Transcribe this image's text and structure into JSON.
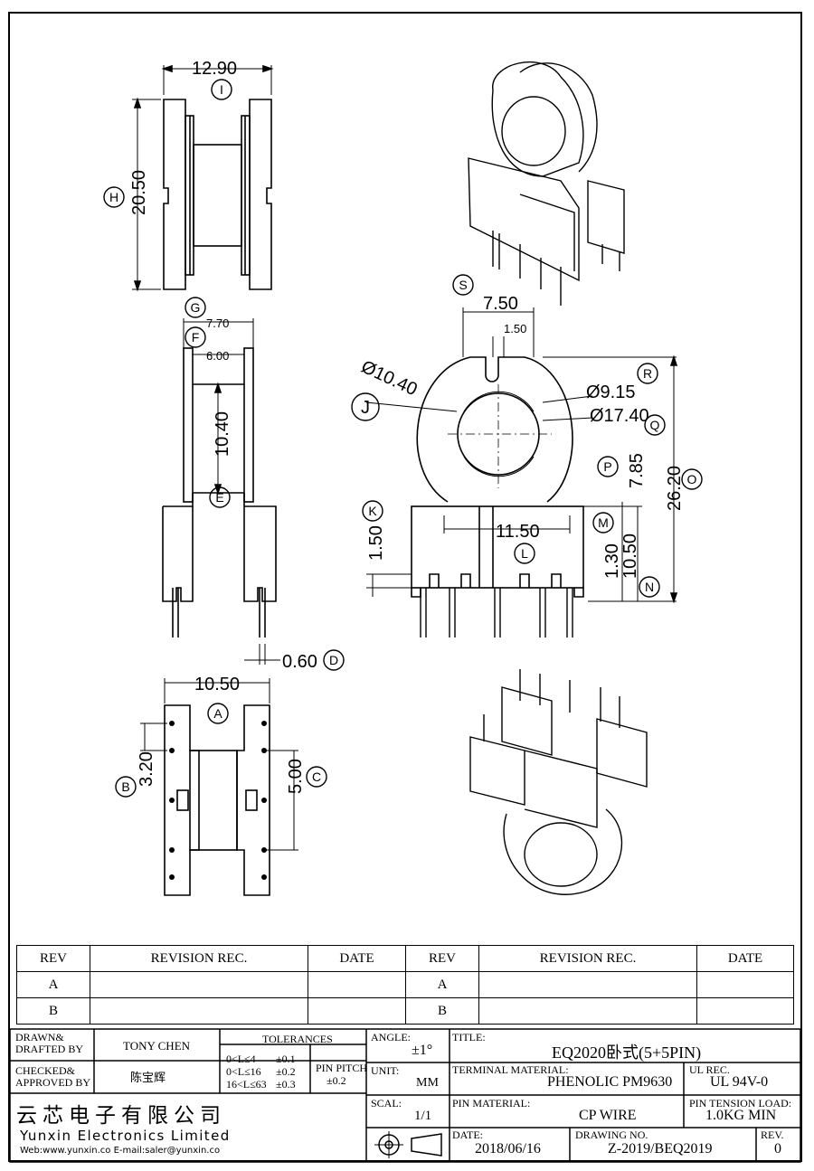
{
  "drawing": {
    "dims": {
      "d1290": "12.90",
      "d2050": "20.50",
      "d770": "7.70",
      "d600": "6.00",
      "d1040": "10.40",
      "d060": "0.60",
      "d1050a": "10.50",
      "d320": "3.20",
      "d500": "5.00",
      "d750": "7.50",
      "d150": "1.50",
      "phi1040": "Ø10.40",
      "phi915": "Ø9.15",
      "phi1740": "Ø17.40",
      "d785": "7.85",
      "d2620": "26.20",
      "d150b": "1.50",
      "d1150": "11.50",
      "d130": "1.30",
      "d1050b": "10.50"
    },
    "callouts": [
      "I",
      "H",
      "G",
      "F",
      "E",
      "D",
      "A",
      "B",
      "C",
      "S",
      "J",
      "R",
      "Q",
      "P",
      "O",
      "K",
      "L",
      "M",
      "N"
    ]
  },
  "revision_table": {
    "headers": [
      "REV",
      "REVISION REC.",
      "DATE",
      "REV",
      "REVISION REC.",
      "DATE"
    ],
    "rows": [
      [
        "A",
        "",
        "",
        "A",
        "",
        ""
      ],
      [
        "B",
        "",
        "",
        "B",
        "",
        ""
      ]
    ]
  },
  "title_block": {
    "drawn_label": "DRAWN&\nDRAFTED BY",
    "drawn_value": "TONY CHEN",
    "checked_label": "CHECKED&\nAPPROVED BY",
    "checked_value": "陈宝辉",
    "tolerances_label": "TOLERANCES",
    "tol_rows": [
      [
        "0<L≤4",
        "±0.1"
      ],
      [
        "0<L≤16",
        "±0.2"
      ],
      [
        "16<L≤63",
        "±0.3"
      ]
    ],
    "pin_pitch_label": "PIN PITCH",
    "pin_pitch_value": "±0.2",
    "angle_label": "ANGLE:",
    "angle_value": "±1°",
    "unit_label": "UNIT:",
    "unit_value": "MM",
    "scale_label": "SCAL:",
    "scale_value": "1/1",
    "title_label": "TITLE:",
    "title_value": "EQ2020卧式(5+5PIN)",
    "terminal_label": "TERMINAL MATERIAL:",
    "terminal_value": "PHENOLIC PM9630",
    "ul_label": "UL REC.",
    "ul_value": "UL 94V-0",
    "pin_material_label": "PIN MATERIAL:",
    "pin_material_value": "CP WIRE",
    "tension_label": "PIN TENSION LOAD:",
    "tension_value": "1.0KG MIN",
    "date_label": "DATE:",
    "date_value": "2018/06/16",
    "drawing_no_label": "DRAWING NO.",
    "drawing_no_value": "Z-2019/BEQ2019",
    "rev_label": "REV.",
    "rev_value": "0",
    "company_cn": "云芯电子有限公司",
    "company_en": "Yunxin Electronics Limited",
    "contact": "Web:www.yunxin.co E-mail:saler@yunxin.co"
  }
}
